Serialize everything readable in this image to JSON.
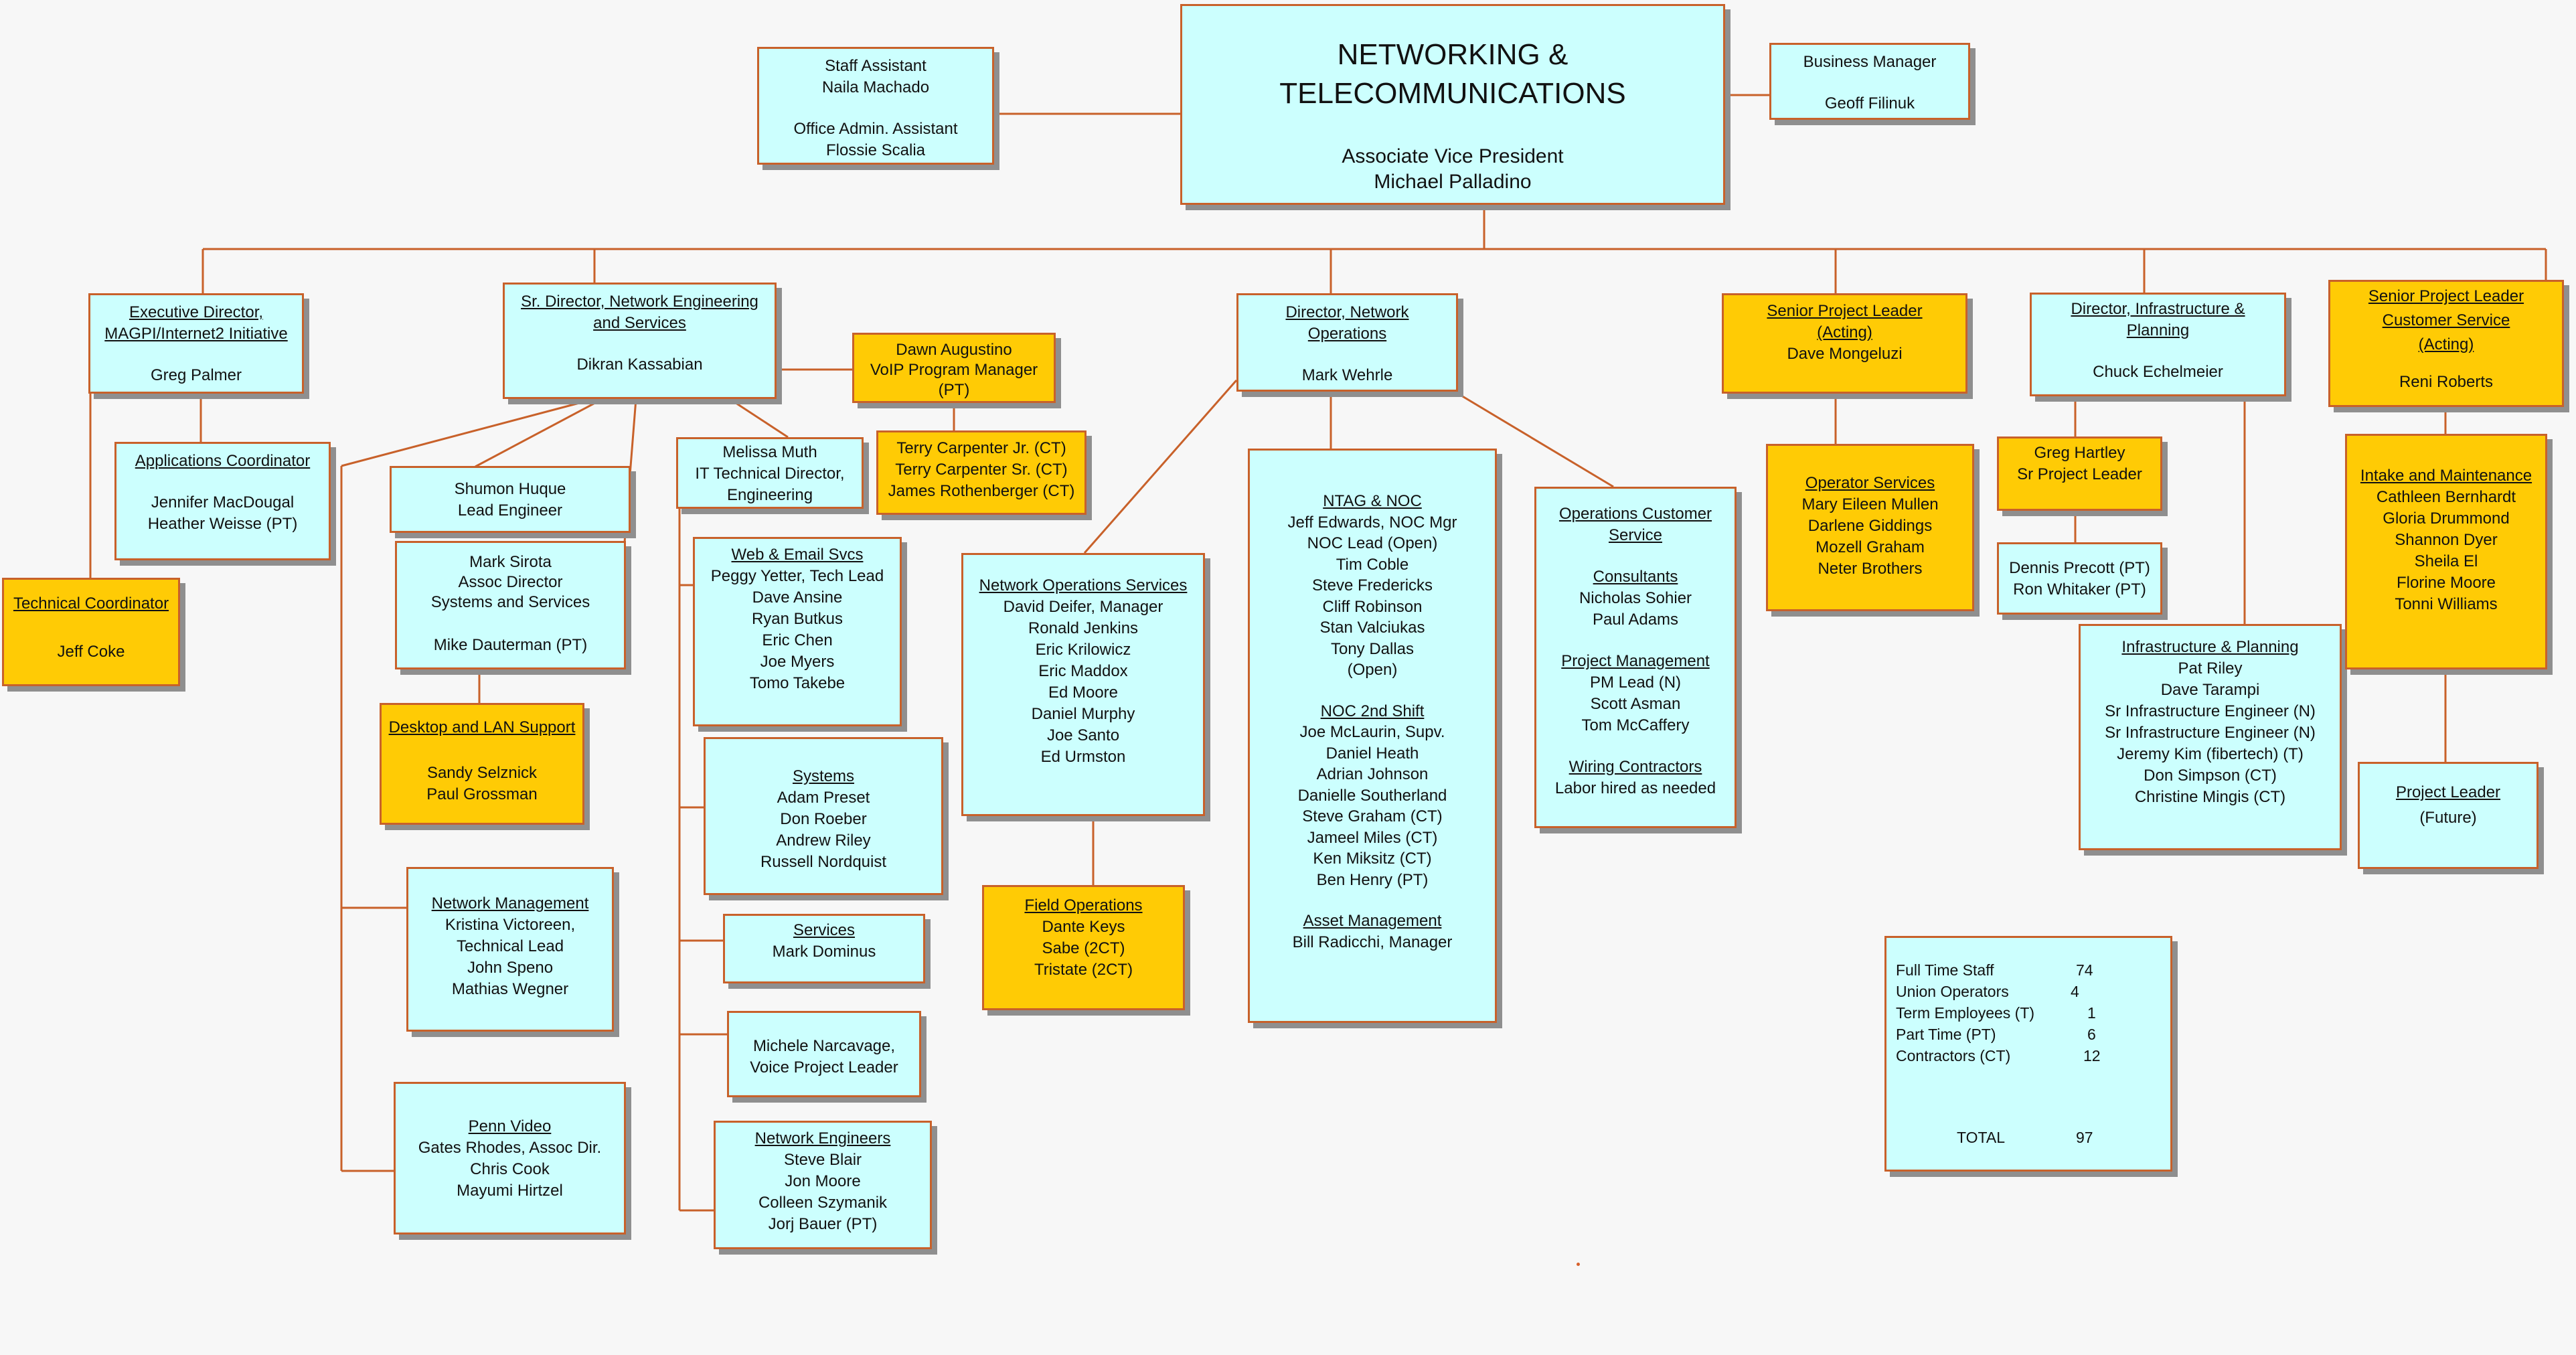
{
  "header": {
    "title_line1": "NETWORKING &",
    "title_line2": "TELECOMMUNICATIONS",
    "role": "Associate Vice President",
    "name": "Michael Palladino"
  },
  "staff_assistant": {
    "line1": "Staff Assistant",
    "line2": "Naila Machado",
    "line3": "Office Admin. Assistant",
    "line4": "Flossie Scalia"
  },
  "business_manager": {
    "line1": "Business Manager",
    "line2": "Geoff Filinuk"
  },
  "exec_director": {
    "title1": "Executive Director,",
    "title2": "MAGPI/Internet2 Initiative",
    "name": "Greg Palmer"
  },
  "applications_coordinator": {
    "title": "Applications Coordinator",
    "name1": "Jennifer MacDougal",
    "name2": "Heather Weisse (PT)"
  },
  "technical_coordinator": {
    "title": "Technical Coordinator",
    "name": "Jeff Coke"
  },
  "sr_director": {
    "title1": "Sr. Director, Network Engineering",
    "title2": "and Services",
    "name": "Dikran Kassabian"
  },
  "voip": {
    "name": "Dawn Augustino",
    "title1": "VoIP Program Manager",
    "title2": "(PT)"
  },
  "carpenters": {
    "line1": "Terry Carpenter Jr. (CT)",
    "line2": "Terry Carpenter Sr. (CT)",
    "line3": "James Rothenberger (CT)"
  },
  "shumon": {
    "name": "Shumon Huque",
    "title": "Lead Engineer"
  },
  "mark_sirota": {
    "name": "Mark Sirota",
    "title1": "Assoc Director",
    "title2": "Systems and Services",
    "name2": "Mike Dauterman (PT)"
  },
  "desktop_lan": {
    "title": "Desktop and LAN Support",
    "name1": "Sandy Selznick",
    "name2": "Paul Grossman"
  },
  "network_management": {
    "title": "Network Management",
    "line1": "Kristina Victoreen,",
    "line2": "Technical Lead",
    "line3": "John Speno",
    "line4": "Mathias Wegner"
  },
  "penn_video": {
    "title": "Penn Video",
    "line1": "Gates Rhodes, Assoc Dir.",
    "line2": "Chris Cook",
    "line3": "Mayumi Hirtzel"
  },
  "melissa": {
    "name": "Melissa Muth",
    "title1": "IT Technical Director,",
    "title2": "Engineering"
  },
  "web_email": {
    "title": "Web & Email Svcs",
    "names": [
      "Peggy Yetter, Tech Lead",
      "Dave Ansine",
      "Ryan Butkus",
      "Eric Chen",
      "Joe Myers",
      "Tomo Takebe"
    ]
  },
  "systems": {
    "title": "Systems",
    "names": [
      "Adam Preset",
      "Don Roeber",
      "Andrew Riley",
      "Russell Nordquist"
    ]
  },
  "services": {
    "title": "Services",
    "name": "Mark Dominus"
  },
  "michele": {
    "line1": "Michele Narcavage,",
    "line2": "Voice Project Leader"
  },
  "network_engineers": {
    "title": "Network Engineers",
    "names": [
      "Steve Blair",
      "Jon Moore",
      "Colleen Szymanik",
      "Jorj Bauer (PT)"
    ]
  },
  "director_operations": {
    "title1": "Director, Network",
    "title2": "Operations",
    "name": "Mark Wehrle"
  },
  "network_ops_services": {
    "title": "Network Operations Services",
    "names": [
      "David Deifer, Manager",
      "Ronald Jenkins",
      "Eric Krilowicz",
      "Eric Maddox",
      "Ed Moore",
      "Daniel Murphy",
      "Joe Santo",
      "Ed Urmston"
    ]
  },
  "field_operations": {
    "title": "Field Operations",
    "names": [
      "Dante Keys",
      "Sabe (2CT)",
      "Tristate (2CT)"
    ]
  },
  "ntag": {
    "title": "NTAG & NOC",
    "names": [
      "Jeff Edwards, NOC Mgr",
      "NOC Lead (Open)",
      "Tim Coble",
      "Steve Fredericks",
      "Cliff Robinson",
      "Stan Valciukas",
      "Tony Dallas",
      "(Open)"
    ],
    "shift_title": "NOC 2nd Shift",
    "shift_names": [
      "Joe McLaurin, Supv.",
      "Daniel Heath",
      "Adrian Johnson",
      "Danielle Southerland",
      "Steve Graham (CT)",
      "Jameel Miles (CT)",
      "Ken Miksitz (CT)",
      "Ben Henry (PT)"
    ],
    "asset_title": "Asset Management",
    "asset_name": "Bill Radicchi, Manager"
  },
  "ops_customer": {
    "title1": "Operations Customer",
    "title2": "Service",
    "consultants_title": "Consultants",
    "consultants": [
      "Nicholas Sohier",
      "Paul Adams"
    ],
    "pm_title": "Project Management",
    "pm": [
      "PM Lead (N)",
      "Scott Asman",
      "Tom McCaffery"
    ],
    "wiring_title": "Wiring Contractors",
    "wiring": "Labor hired as needed"
  },
  "senior_pl_acting": {
    "title1": "Senior Project Leader",
    "title2": "(Acting)",
    "name": "Dave Mongeluzi"
  },
  "operator_services": {
    "title": "Operator Services",
    "names": [
      "Mary Eileen Mullen",
      "Darlene Giddings",
      "Mozell Graham",
      "Neter Brothers"
    ]
  },
  "director_infra": {
    "title1": "Director, Infrastructure &",
    "title2": "Planning",
    "name": "Chuck Echelmeier"
  },
  "greg_hartley": {
    "name": "Greg Hartley",
    "title": "Sr Project Leader"
  },
  "dennis": {
    "line1": "Dennis Precott (PT)",
    "line2": "Ron Whitaker (PT)"
  },
  "infra_planning": {
    "title": "Infrastructure & Planning",
    "names": [
      "Pat Riley",
      "Dave Tarampi",
      "Sr Infrastructure Engineer (N)",
      "Sr Infrastructure Engineer (N)",
      "Jeremy Kim (fibertech) (T)",
      "Don Simpson (CT)",
      "Christine Mingis (CT)"
    ]
  },
  "senior_pl_customer": {
    "title1": "Senior Project Leader",
    "title2": "Customer Service",
    "title3": "(Acting)",
    "name": "Reni Roberts"
  },
  "intake": {
    "title": "Intake and Maintenance",
    "names": [
      "Cathleen Bernhardt",
      "Gloria Drummond",
      "Shannon Dyer",
      "Sheila El",
      "Florine Moore",
      "Tonni Williams"
    ]
  },
  "project_leader_future": {
    "title": "Project Leader",
    "line": "(Future)"
  },
  "totals": {
    "rows": [
      {
        "label": "Full Time Staff",
        "value": "74"
      },
      {
        "label": "Union Operators",
        "value": "4"
      },
      {
        "label": "Term Employees (T)",
        "value": "1"
      },
      {
        "label": "Part Time (PT)",
        "value": "6"
      },
      {
        "label": "Contractors (CT)",
        "value": "12"
      }
    ],
    "total_label": "TOTAL",
    "total_value": "97"
  },
  "colors": {
    "box_fill": "#ccfffe",
    "highlight_fill": "#ffcb05",
    "line": "#c8612a"
  }
}
